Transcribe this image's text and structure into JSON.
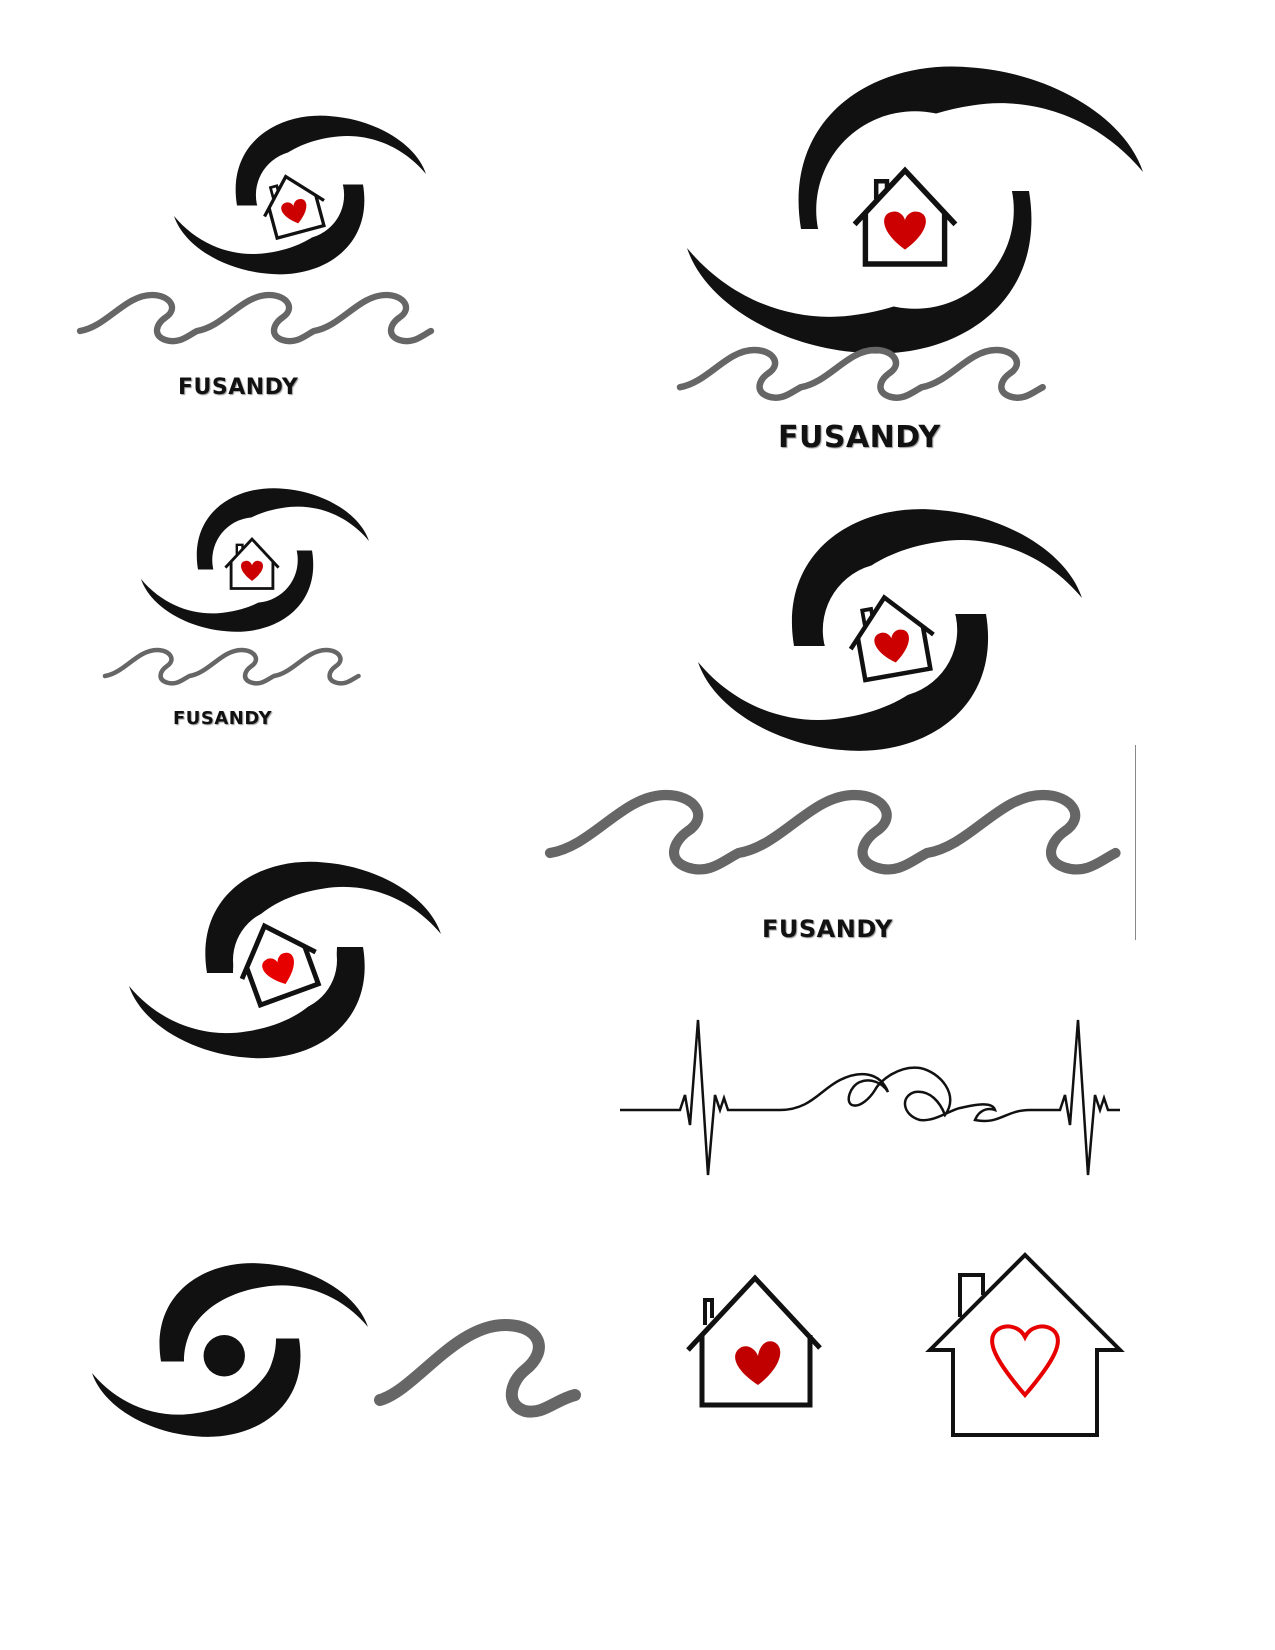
{
  "page": {
    "title": "FUSANDY logo concepts sheet",
    "colors": {
      "black": "#111111",
      "wave_gray": "#666666",
      "heart_red": "#cc0000",
      "heart_bright": "#e60000"
    }
  },
  "logos": [
    {
      "id": "logo-1",
      "label": "FUSANDY",
      "elements": [
        "hurricane-icon",
        "house-heart-icon",
        "waves-icon"
      ]
    },
    {
      "id": "logo-2",
      "label": "FUSANDY",
      "elements": [
        "hurricane-icon",
        "house-heart-icon",
        "waves-icon"
      ]
    },
    {
      "id": "logo-3",
      "label": "FUSANDY",
      "elements": [
        "hurricane-icon",
        "house-heart-icon",
        "waves-icon"
      ]
    },
    {
      "id": "logo-4",
      "label": "FUSANDY",
      "elements": [
        "hurricane-icon",
        "house-heart-icon",
        "waves-icon"
      ]
    },
    {
      "id": "logo-5",
      "elements": [
        "hurricane-icon",
        "house-heart-icon"
      ]
    },
    {
      "id": "heartbeat-wave",
      "elements": [
        "heartbeat-line-icon",
        "wave-swirl-icon"
      ]
    },
    {
      "id": "hurricane-solo",
      "elements": [
        "hurricane-eye-icon"
      ]
    },
    {
      "id": "wave-solo",
      "elements": [
        "single-wave-icon"
      ]
    },
    {
      "id": "house-heart-filled",
      "elements": [
        "house-icon",
        "filled-heart-icon"
      ]
    },
    {
      "id": "house-heart-outline",
      "elements": [
        "house-icon",
        "outline-heart-icon"
      ]
    }
  ]
}
